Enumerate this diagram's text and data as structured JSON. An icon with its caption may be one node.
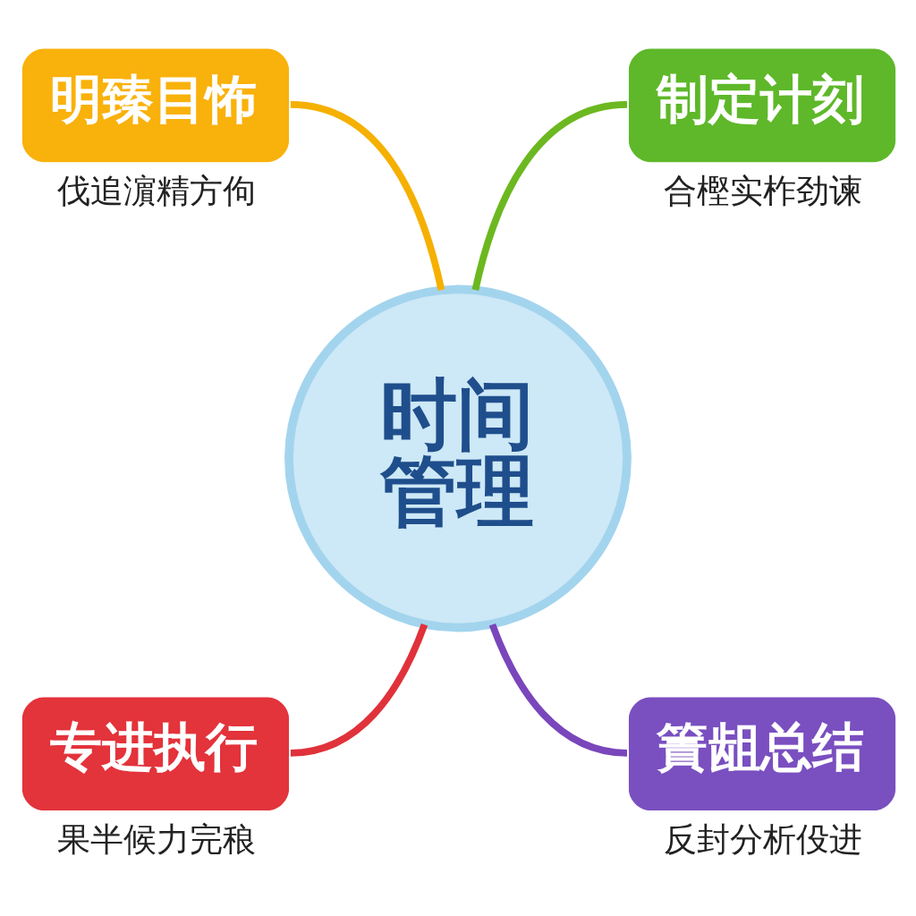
{
  "diagram": {
    "nodes": [
      {
        "text": [
          "时间管理"
        ]
      },
      {
        "text": [
          "明臻目怖"
        ],
        "beside": [
          "伐追濵精方佝"
        ]
      },
      {
        "text": [
          "制定计刻"
        ],
        "beside": [
          "合樫实柞劲谏"
        ]
      },
      {
        "text": [
          "专进执行"
        ],
        "beside": [
          "果半候力完稂"
        ]
      },
      {
        "text": [
          "簀龃总结"
        ],
        "beside": [
          "反封分析伇进"
        ]
      }
    ],
    "edges": [
      {
        "from": 0,
        "to": 1,
        "arrow": "none",
        "color": "#f5b000"
      },
      {
        "from": 0,
        "to": 2,
        "arrow": "none",
        "color": "#6cb820"
      },
      {
        "from": 0,
        "to": 3,
        "arrow": "none",
        "color": "#e0323a"
      },
      {
        "from": 0,
        "to": 4,
        "arrow": "none",
        "color": "#7a46bb"
      }
    ]
  }
}
